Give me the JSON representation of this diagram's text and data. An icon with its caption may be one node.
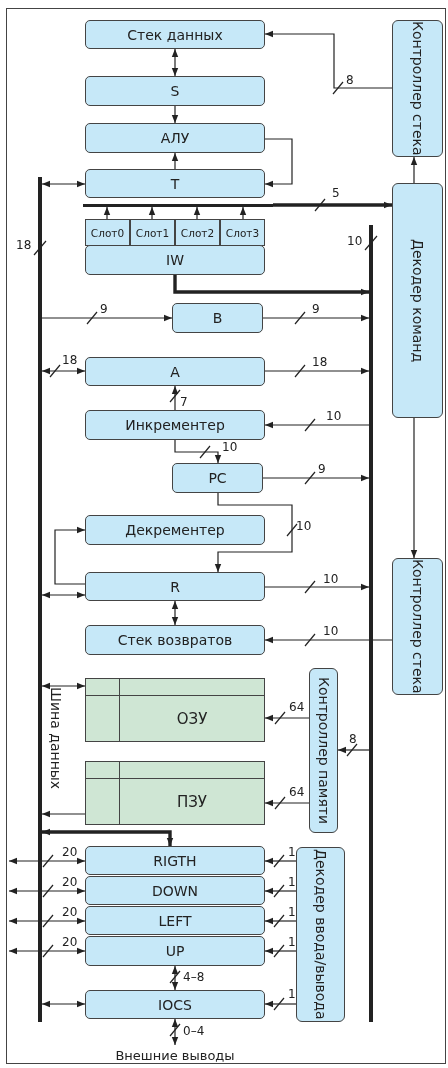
{
  "diagram": {
    "nodes": [
      {
        "text": [
          "Стек данных"
        ]
      },
      {
        "text": [
          "S"
        ]
      },
      {
        "text": [
          "АЛУ"
        ]
      },
      {
        "text": [
          "T"
        ]
      },
      {
        "text": [
          "Слот0"
        ]
      },
      {
        "text": [
          "Слот1"
        ]
      },
      {
        "text": [
          "Слот2"
        ]
      },
      {
        "text": [
          "Слот3"
        ]
      },
      {
        "text": [
          "IW"
        ]
      },
      {
        "text": [
          "B"
        ]
      },
      {
        "text": [
          "A"
        ]
      },
      {
        "text": [
          "Инкрементер"
        ]
      },
      {
        "text": [
          "PC"
        ]
      },
      {
        "text": [
          "Декрементер"
        ]
      },
      {
        "text": [
          "R"
        ]
      },
      {
        "text": [
          "Стек возвратов"
        ]
      },
      {
        "text": [
          "ОЗУ"
        ]
      },
      {
        "text": [
          "ПЗУ"
        ]
      },
      {
        "text": [
          "RIGTH"
        ]
      },
      {
        "text": [
          "DOWN"
        ]
      },
      {
        "text": [
          "LEFT"
        ]
      },
      {
        "text": [
          "UP"
        ]
      },
      {
        "text": [
          "IOCS"
        ]
      },
      {
        "text": [
          "Контроллер стека"
        ]
      },
      {
        "text": [
          "Декодер команд"
        ]
      },
      {
        "text": [
          "Контроллер стека"
        ]
      },
      {
        "text": [
          "Контроллер памяти"
        ]
      },
      {
        "text": [
          "Декодер ввода/вывода"
        ]
      },
      {
        "text": [
          "Шина данных"
        ],
        "beside": [
          "18"
        ]
      },
      {
        "text": [],
        "shape": "bar",
        "beside": [
          "10"
        ]
      },
      {
        "text": [
          "Внешние выводы"
        ]
      },
      {
        "text": [],
        "shape": "bar"
      }
    ],
    "edges": [
      {
        "from": 23,
        "to": 0,
        "arrow": "to",
        "label": "8"
      },
      {
        "from": 0,
        "to": 1,
        "arrow": "both"
      },
      {
        "from": 1,
        "to": 2,
        "arrow": "to"
      },
      {
        "from": 3,
        "to": 2,
        "arrow": "to"
      },
      {
        "from": 2,
        "to": 3,
        "arrow": "to"
      },
      {
        "from": 28,
        "to": 3,
        "arrow": "both"
      },
      {
        "from": 24,
        "to": 23,
        "arrow": "to"
      },
      {
        "from": 4,
        "to": 31,
        "arrow": "to"
      },
      {
        "from": 5,
        "to": 31,
        "arrow": "to"
      },
      {
        "from": 6,
        "to": 31,
        "arrow": "to"
      },
      {
        "from": 7,
        "to": 31,
        "arrow": "to"
      },
      {
        "from": 8,
        "to": 29,
        "arrow": "to",
        "style": "thick"
      },
      {
        "from": 28,
        "to": 9,
        "arrow": "to",
        "label": "9"
      },
      {
        "from": 9,
        "to": 29,
        "arrow": "to",
        "label": "9"
      },
      {
        "from": 28,
        "to": 10,
        "arrow": "both",
        "label": "18"
      },
      {
        "from": 10,
        "to": 29,
        "arrow": "to",
        "label": "18"
      },
      {
        "from": 11,
        "to": 10,
        "arrow": "to",
        "label": "7"
      },
      {
        "from": 29,
        "to": 11,
        "arrow": "to",
        "label": "10"
      },
      {
        "from": 11,
        "to": 12,
        "arrow": "to",
        "label": "10"
      },
      {
        "from": 12,
        "to": 29,
        "arrow": "to",
        "label": "9"
      },
      {
        "from": 12,
        "to": 14,
        "arrow": "to",
        "label": "10"
      },
      {
        "from": 14,
        "to": 13,
        "arrow": "to"
      },
      {
        "from": 28,
        "to": 14,
        "arrow": "both"
      },
      {
        "from": 14,
        "to": 29,
        "arrow": "to",
        "label": "10"
      },
      {
        "from": 14,
        "to": 15,
        "arrow": "both"
      },
      {
        "from": 24,
        "to": 25,
        "arrow": "to"
      },
      {
        "from": 25,
        "to": 15,
        "arrow": "to",
        "label": "10"
      },
      {
        "from": 28,
        "to": 16,
        "arrow": "both"
      },
      {
        "from": 26,
        "to": 16,
        "arrow": "to",
        "label": "64"
      },
      {
        "from": 26,
        "to": 17,
        "arrow": "to",
        "label": "64"
      },
      {
        "from": 17,
        "to": 28,
        "arrow": "to"
      },
      {
        "from": 29,
        "to": 26,
        "arrow": "to",
        "label": "8"
      },
      {
        "from": 28,
        "to": 18,
        "arrow": "both",
        "style": "thick"
      },
      {
        "from": null,
        "to": 18,
        "arrow": "both",
        "label": "20"
      },
      {
        "from": null,
        "to": 19,
        "arrow": "both",
        "label": "20"
      },
      {
        "from": null,
        "to": 20,
        "arrow": "both",
        "label": "20"
      },
      {
        "from": null,
        "to": 21,
        "arrow": "both",
        "label": "20"
      },
      {
        "from": 27,
        "to": 18,
        "arrow": "to",
        "label": "1"
      },
      {
        "from": 27,
        "to": 19,
        "arrow": "to",
        "label": "1"
      },
      {
        "from": 27,
        "to": 20,
        "arrow": "to",
        "label": "1"
      },
      {
        "from": 27,
        "to": 21,
        "arrow": "to",
        "label": "1"
      },
      {
        "from": 21,
        "to": 22,
        "arrow": "both",
        "label": "4–8"
      },
      {
        "from": 28,
        "to": 22,
        "arrow": "both"
      },
      {
        "from": 27,
        "to": 22,
        "arrow": "to",
        "label": "1"
      },
      {
        "from": 22,
        "to": 30,
        "arrow": "both",
        "label": "0–4"
      },
      {
        "from": 31,
        "to": 24,
        "arrow": "to",
        "label": "5",
        "style": "thick"
      }
    ]
  }
}
